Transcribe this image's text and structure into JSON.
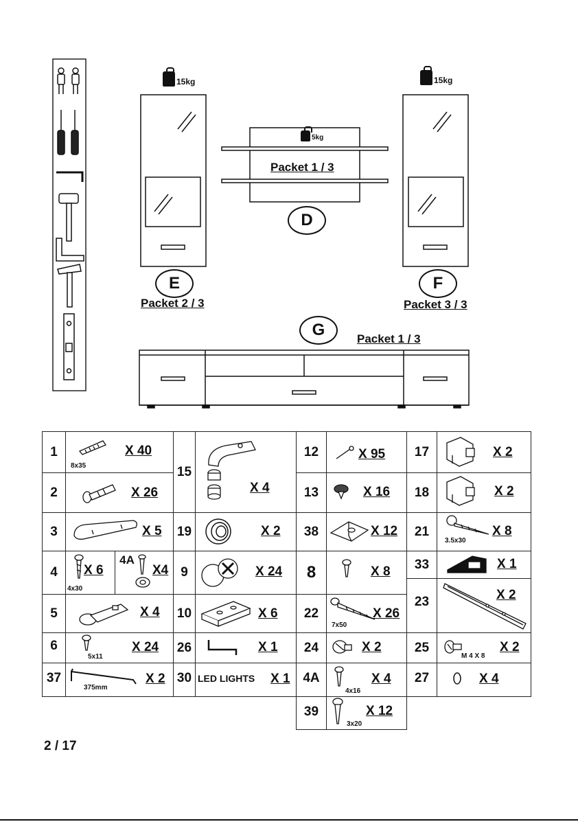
{
  "weights": {
    "e": "15kg",
    "f": "15kg",
    "d": "5kg"
  },
  "packets": {
    "d": "Packet 1 / 3",
    "e": "Packet 2 / 3",
    "f": "Packet 3 / 3",
    "g": "Packet 1 / 3"
  },
  "letters": {
    "d": "D",
    "e": "E",
    "f": "F",
    "g": "G"
  },
  "parts": [
    {
      "num": "1",
      "qty": "X 40",
      "size": "8x35"
    },
    {
      "num": "2",
      "qty": "X 26"
    },
    {
      "num": "15",
      "qty": "X 4"
    },
    {
      "num": "12",
      "qty": "X 95"
    },
    {
      "num": "13",
      "qty": "X 16"
    },
    {
      "num": "17",
      "qty": "X 2"
    },
    {
      "num": "18",
      "qty": "X 2"
    },
    {
      "num": "3",
      "qty": "X 5"
    },
    {
      "num": "19",
      "qty": "X 2"
    },
    {
      "num": "38",
      "qty": "X 12"
    },
    {
      "num": "21",
      "qty": "X 8",
      "size": "3.5x30"
    },
    {
      "num": "4",
      "qty": "X 6",
      "size": "4x30"
    },
    {
      "num": "4A",
      "qty": "X4"
    },
    {
      "num": "9",
      "qty": "X 24"
    },
    {
      "num": "8",
      "qty": "X 8"
    },
    {
      "num": "33",
      "qty": "X 1"
    },
    {
      "num": "5",
      "qty": "X 4"
    },
    {
      "num": "10",
      "qty": "X 6"
    },
    {
      "num": "22",
      "qty": "X 26",
      "size": "7x50"
    },
    {
      "num": "23",
      "qty": "X 2"
    },
    {
      "num": "6",
      "qty": "X 24",
      "size": "5x11"
    },
    {
      "num": "26",
      "qty": "X 1"
    },
    {
      "num": "24",
      "qty": "X 2"
    },
    {
      "num": "25",
      "qty": "X 2",
      "size": "M 4 X 8"
    },
    {
      "num": "37",
      "qty": "X 2",
      "size": "375mm"
    },
    {
      "num": "30",
      "qty": "X 1",
      "label": "LED LIGHTS"
    },
    {
      "num": "4A",
      "qty": "X 4",
      "size": "4x16"
    },
    {
      "num": "27",
      "qty": "X 4"
    },
    {
      "num": "39",
      "qty": "X 12",
      "size": "3x20"
    }
  ],
  "page_number": "2 / 17"
}
